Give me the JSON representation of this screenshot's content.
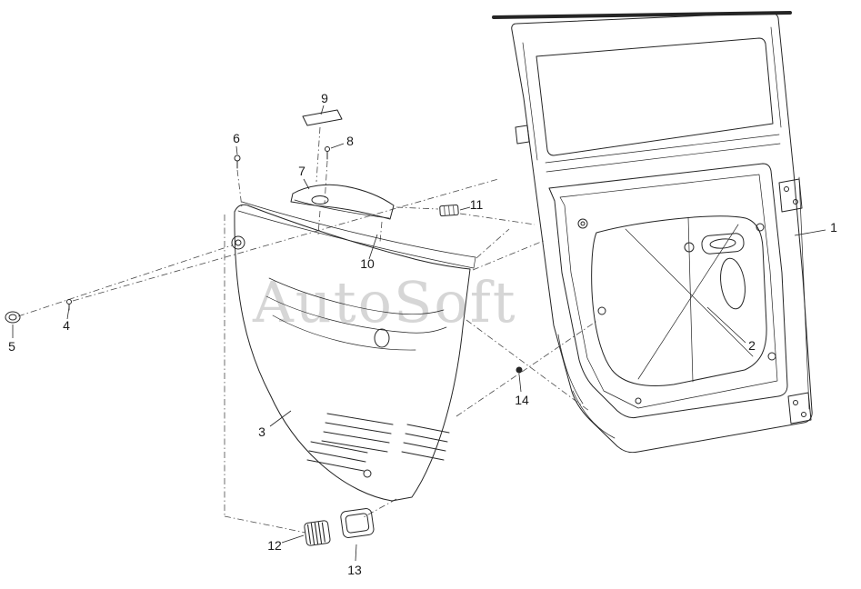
{
  "colors": {
    "background": "#ffffff",
    "line": "#252525",
    "dash": "#4a4a4a",
    "watermark": "#d6d6d6",
    "label": "#1a1a1a"
  },
  "diagram": {
    "watermark": "AutoSoft",
    "callouts": [
      {
        "label": "1"
      },
      {
        "label": "2"
      },
      {
        "label": "3"
      },
      {
        "label": "4"
      },
      {
        "label": "5"
      },
      {
        "label": "6"
      },
      {
        "label": "7"
      },
      {
        "label": "8"
      },
      {
        "label": "9"
      },
      {
        "label": "10"
      },
      {
        "label": "11"
      },
      {
        "label": "12"
      },
      {
        "label": "13"
      },
      {
        "label": "14"
      }
    ]
  }
}
